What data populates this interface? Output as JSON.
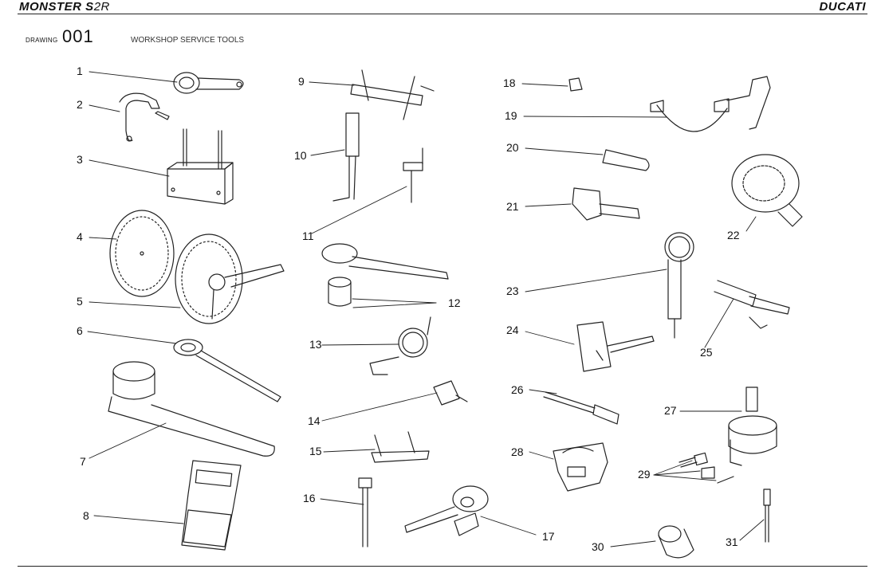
{
  "header": {
    "model": "MONSTER S",
    "model_suffix": "2R",
    "brand": "DUCATI"
  },
  "drawing": {
    "label": "DRAWING",
    "number": "001",
    "title": "WORKSHOP SERVICE TOOLS"
  },
  "parts": [
    "1",
    "2",
    "3",
    "4",
    "5",
    "6",
    "7",
    "8",
    "9",
    "10",
    "11",
    "12",
    "13",
    "14",
    "15",
    "16",
    "17",
    "18",
    "19",
    "20",
    "21",
    "22",
    "23",
    "24",
    "25",
    "26",
    "27",
    "28",
    "29",
    "30",
    "31"
  ]
}
